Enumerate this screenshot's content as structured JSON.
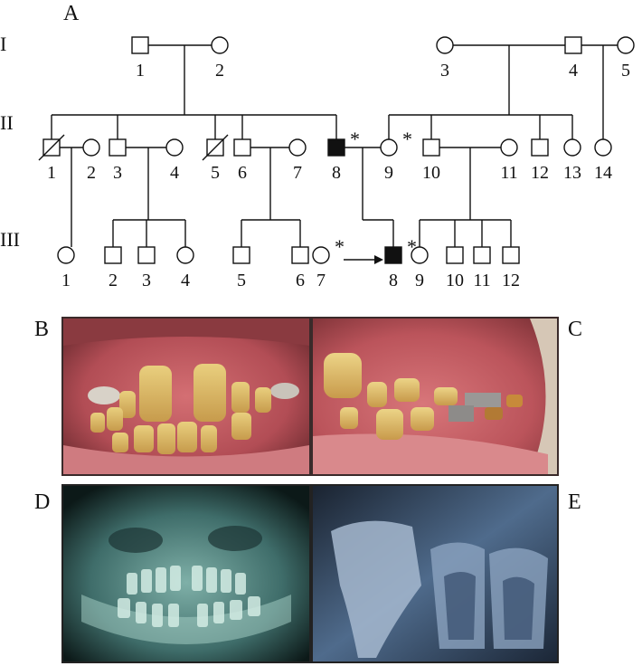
{
  "panel_labels": {
    "a": "A",
    "b": "B",
    "c": "C",
    "d": "D",
    "e": "E"
  },
  "generations": [
    "I",
    "II",
    "III"
  ],
  "gen1": [
    {
      "id": "1",
      "sex": "male"
    },
    {
      "id": "2",
      "sex": "female"
    },
    {
      "id": "3",
      "sex": "female"
    },
    {
      "id": "4",
      "sex": "male"
    },
    {
      "id": "5",
      "sex": "female"
    }
  ],
  "gen2": [
    {
      "id": "1",
      "sex": "male",
      "deceased": true
    },
    {
      "id": "2",
      "sex": "female"
    },
    {
      "id": "3",
      "sex": "male"
    },
    {
      "id": "4",
      "sex": "female"
    },
    {
      "id": "5",
      "sex": "male",
      "deceased": true
    },
    {
      "id": "6",
      "sex": "male"
    },
    {
      "id": "7",
      "sex": "female"
    },
    {
      "id": "8",
      "sex": "male",
      "affected": true,
      "marked": true
    },
    {
      "id": "9",
      "sex": "female",
      "marked": true
    },
    {
      "id": "10",
      "sex": "male"
    },
    {
      "id": "11",
      "sex": "female"
    },
    {
      "id": "12",
      "sex": "male"
    },
    {
      "id": "13",
      "sex": "female"
    },
    {
      "id": "14",
      "sex": "female"
    }
  ],
  "gen3": [
    {
      "id": "1",
      "sex": "female"
    },
    {
      "id": "2",
      "sex": "male"
    },
    {
      "id": "3",
      "sex": "male"
    },
    {
      "id": "4",
      "sex": "female"
    },
    {
      "id": "5",
      "sex": "male"
    },
    {
      "id": "6",
      "sex": "male"
    },
    {
      "id": "7",
      "sex": "female",
      "marked": true
    },
    {
      "id": "8",
      "sex": "male",
      "affected": true,
      "marked": true,
      "proband": true
    },
    {
      "id": "9",
      "sex": "female"
    },
    {
      "id": "10",
      "sex": "male"
    },
    {
      "id": "11",
      "sex": "male"
    },
    {
      "id": "12",
      "sex": "male"
    }
  ],
  "marker_symbol": "*"
}
